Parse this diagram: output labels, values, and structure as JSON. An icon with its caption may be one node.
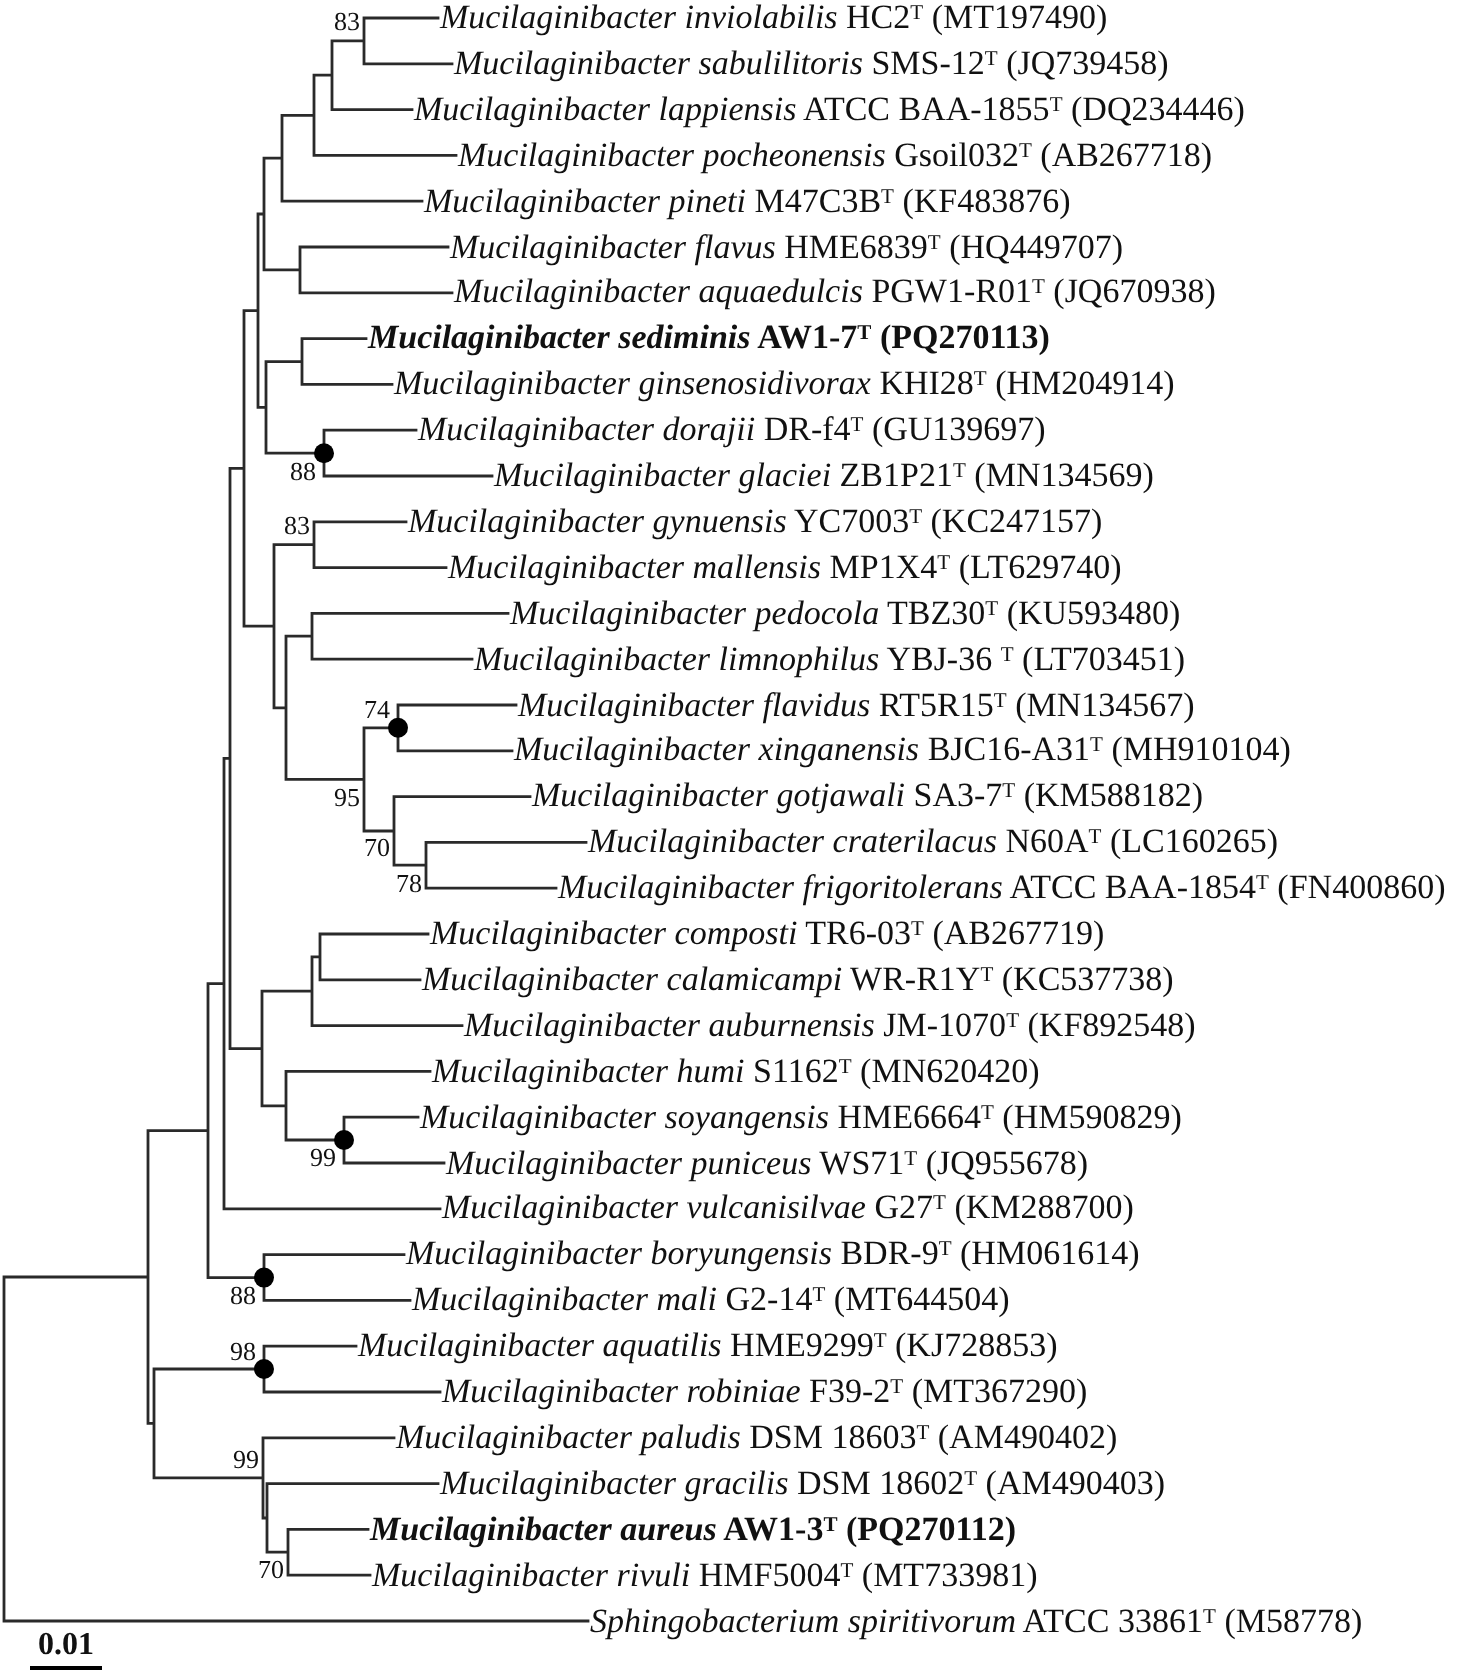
{
  "diagram": {
    "labels": [
      "83",
      "*Mucilaginibacter inviolabilis* HC2$^{T}$ (MT197490)",
      "*Mucilaginibacter sabulilitoris* SMS-12$^{T}$ (JQ739458)",
      "*Mucilaginibacter lappiensis* ATCC BAA-1855$^{T}$ (DQ234446)",
      "*Mucilaginibacter pocheonensis* Gsoil032$^{T}$ (AB267718)",
      "*Mucilaginibacter pineti* M47C3B$^{T}$ (KF483876)",
      "*Mucilaginibacter flavus* HME6839$^{T}$ (HQ449707)",
      "*Mucilaginibacter aquaedulcis* PGW1-R01$^{T}$ (JQ670938)",
      "*Mucilaginibacter sediminis* AW1-7$^{T}$ (PQ270113)",
      "*Mucilaginibacter ginsenosidivorax* KHI28$^{T}$ (HM204914)",
      "*Mucilaginibacter dorajii* DR-f4$^{T}$ (GU139697)",
      "88",
      "*Mucilaginibacter glaciei* ZB1P21$^{T}$ (MN134569)",
      "83",
      "*Mucilaginibacter gynuensis* YC7003$^{T}$ (KC247157)",
      "*Mucilaginibacter mallensis* MP1X4$^{T}$ (LT629740)",
      "*Mucilaginibacter pedocola* TBZ30$^{T}$ (KU593480)",
      "*Mucilaginibacter limnophilus* YBJ-36 $^{T}$ (LT703451)",
      "74",
      "*Mucilaginibacter flavidus* RT5R15$^{T}$ (MN134567)",
      "*Mucilaginibacter xinganensis* BJC16-A31$^{T}$ (MH910104)",
      "95",
      "*Mucilaginibacter gotjawali* SA3-7$^{T}$ (KM588182)",
      "70",
      "*Mucilaginibacter craterilacus* N60A$^{T}$ (LC160265)",
      "78",
      "*Mucilaginibacter frigoritolerans* ATCC BAA-1854$^{T}$ (FN400860)",
      "*Mucilaginibacter composti* TR6-03$^{T}$ (AB267719)",
      "*Mucilaginibacter calamicampi* WR-R1Y$^{T}$ (KC537738)",
      "*Mucilaginibacter auburnensis* JM-1070$^{T}$ (KF892548)",
      "*Mucilaginibacter humi* S1162$^{T}$ (MN620420)",
      "*Mucilaginibacter soyangensis* HME6664$^{T}$ (HM590829)",
      "99",
      "*Mucilaginibacter puniceus* WS71$^{T}$ (JQ955678)",
      "*Mucilaginibacter vulcanisilvae* G27$^{T}$ (KM288700)",
      "*Mucilaginibacter boryungensis* BDR-9$^{T}$ (HM061614)",
      "88",
      "*Mucilaginibacter mali* G2-14$^{T}$ (MT644504)",
      "98",
      "*Mucilaginibacter aquatilis* HME9299$^{T}$ (KJ728853)",
      "*Mucilaginibacter robiniae* F39-2$^{T}$ (MT367290)",
      "*Mucilaginibacter paludis* DSM 18603$^{T}$ (AM490402)",
      "99",
      "*Mucilaginibacter gracilis* DSM 18602$^{T}$ (AM490403)",
      "*Mucilaginibacter aureus* AW1-3$^{T}$ (PQ270112)",
      "70",
      "*Mucilaginibacter rivuli* HMF5004$^{T}$ (MT733981)",
      "*Sphingobacterium spiritivorum* ATCC 33861$^{T}$ (M58778)",
      "0.01"
    ]
  }
}
